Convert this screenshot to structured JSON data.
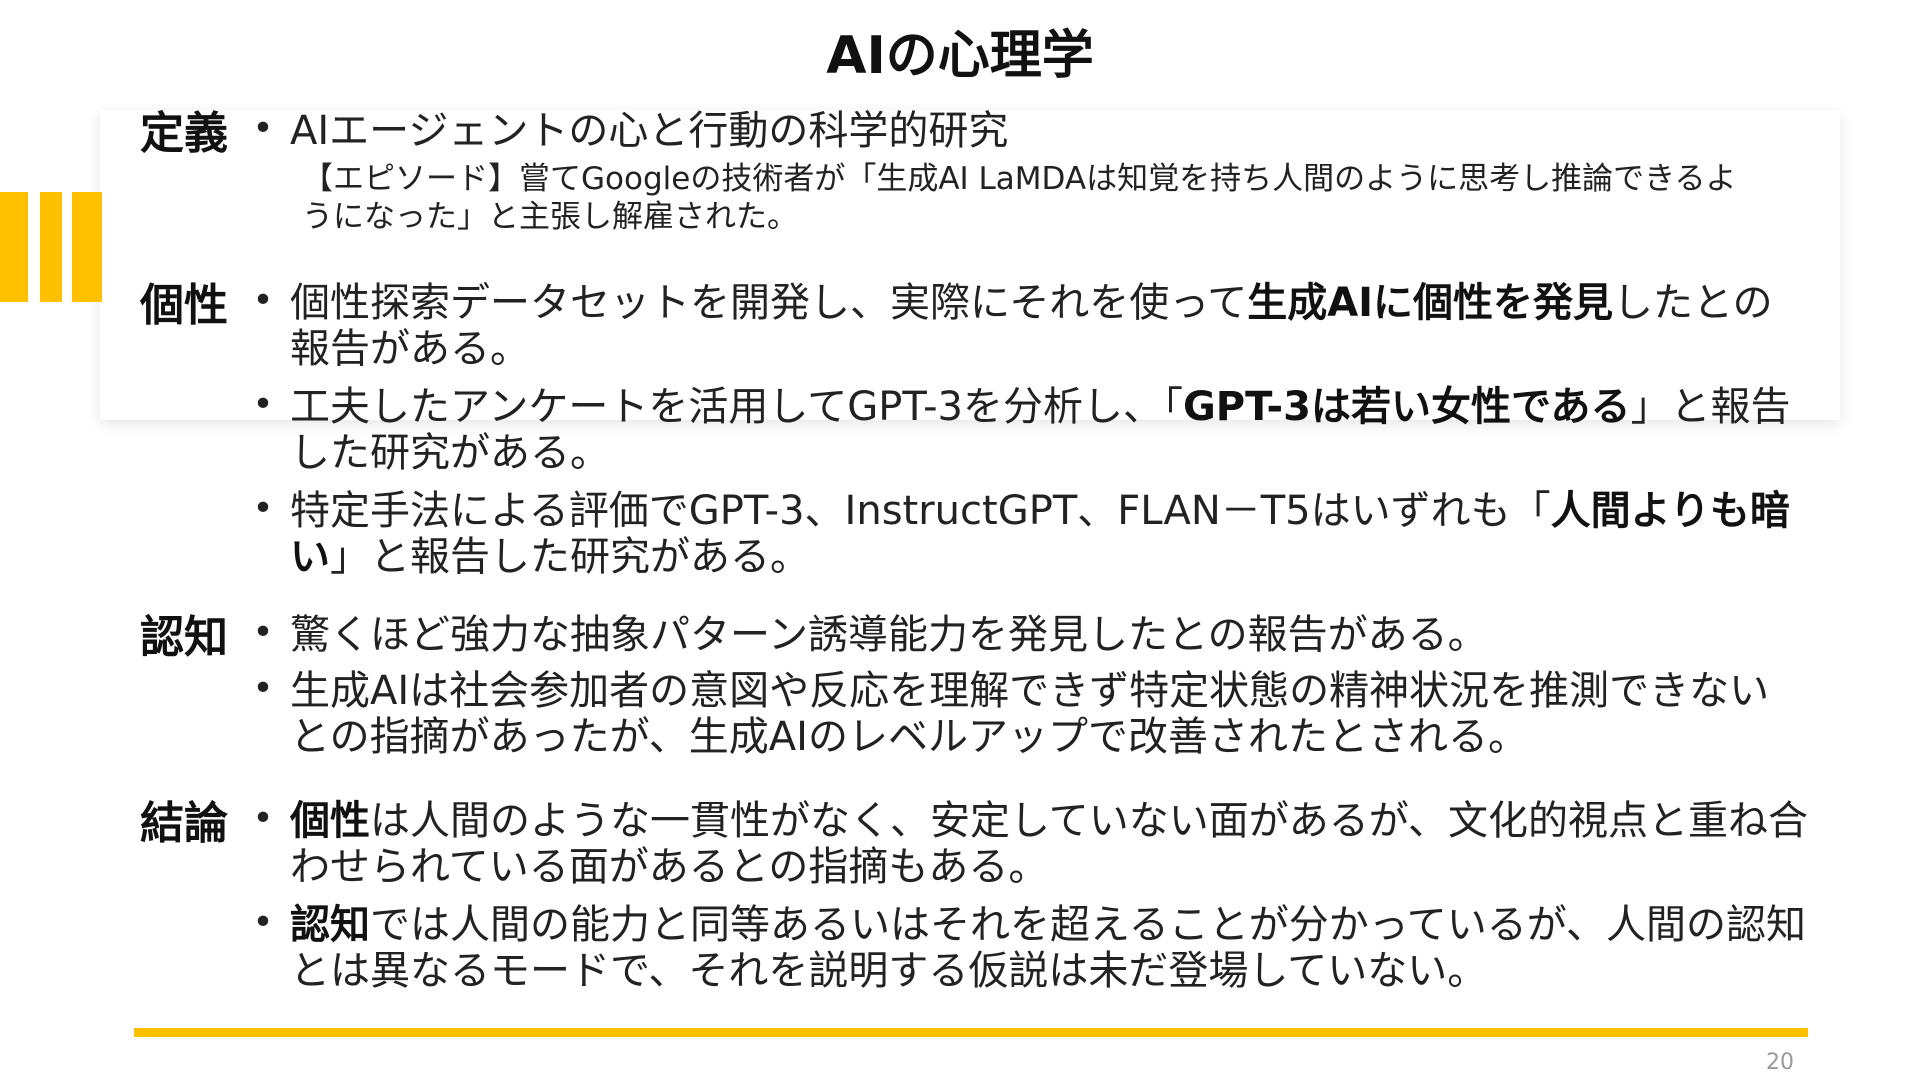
{
  "slide": {
    "title": "AIの心理学",
    "page_number": "20",
    "accent_color": "#ffc000"
  },
  "sections": {
    "definition": {
      "label": "定義",
      "bullet1": "AIエージェントの心と行動の科学的研究",
      "episode": "【エピソード】嘗てGoogleの技術者が「生成AI LaMDAは知覚を持ち人間のように思考し推論できるようになった」と主張し解雇された。"
    },
    "personality": {
      "label": "個性",
      "b1_pre": "個性探索データセットを開発し、実際にそれを使って",
      "b1_bold": "生成AIに個性を発見",
      "b1_post": "したとの報告がある。",
      "b2_pre": "工夫したアンケートを活用してGPT-3を分析し、「",
      "b2_bold": "GPT-3は若い女性である",
      "b2_post": "」と報告した研究がある。",
      "b3_pre": "特定手法による評価でGPT-3、InstructGPT、FLAN－T5はいずれも「",
      "b3_bold": "人間よりも暗い",
      "b3_post": "」と報告した研究がある。"
    },
    "cognition": {
      "label": "認知",
      "b1": "驚くほど強力な抽象パターン誘導能力を発見したとの報告がある。",
      "b2": "生成AIは社会参加者の意図や反応を理解できず特定状態の精神状況を推測できないとの指摘があったが、生成AIのレベルアップで改善されたとされる。"
    },
    "conclusion": {
      "label": "結論",
      "b1_bold": "個性",
      "b1_post": "は人間のような一貫性がなく、安定していない面があるが、文化的視点と重ね合わせられている面があるとの指摘もある。",
      "b2_bold": "認知",
      "b2_post": "では人間の能力と同等あるいはそれを超えることが分かっているが、人間の認知とは異なるモードで、それを説明する仮説は未だ登場していない。"
    }
  },
  "bullet_glyph": "•"
}
